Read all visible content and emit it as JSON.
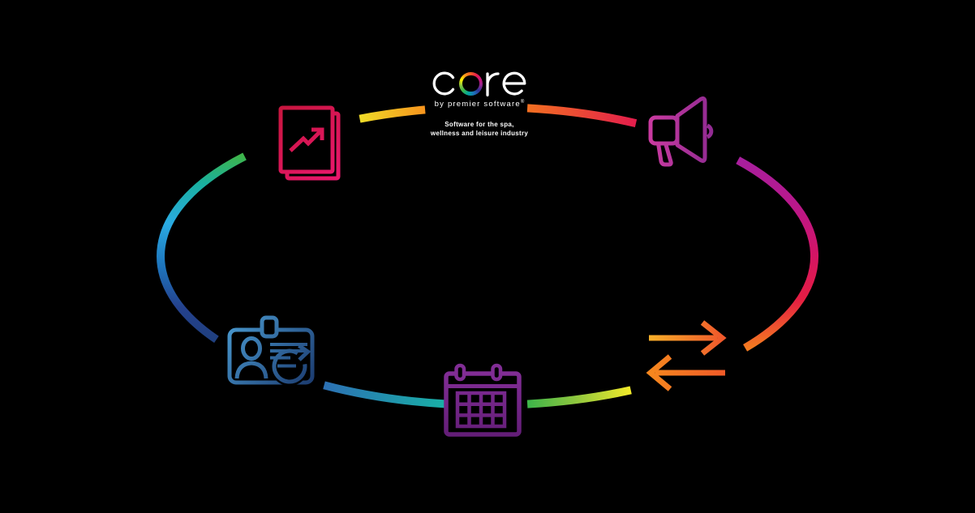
{
  "background_color": "#000000",
  "logo": {
    "brand": "core",
    "byline": "by premier software",
    "registered_mark": "®",
    "tagline": [
      "Software for the spa,",
      "wellness and leisure industry"
    ]
  },
  "cycle": {
    "icons": [
      {
        "name": "reports-icon"
      },
      {
        "name": "megaphone-icon"
      },
      {
        "name": "transfer-arrows-icon"
      },
      {
        "name": "calendar-icon"
      },
      {
        "name": "id-card-sync-icon"
      }
    ]
  },
  "palette": {
    "segments": {
      "top_left": [
        "#f0dc28",
        "#f6941d"
      ],
      "top_right": [
        "#f37021",
        "#e31d4c"
      ],
      "right": [
        "#a81f9e",
        "#b9188b",
        "#d31467",
        "#e51d43",
        "#f47b20"
      ],
      "bottom_right": [
        "#f2ea2a",
        "#8cc63f",
        "#3cb54a"
      ],
      "bottom_left": [
        "#18b1a6",
        "#2c70b4"
      ],
      "left": [
        "#3eb54b",
        "#19b0a0",
        "#2aabe2",
        "#1e76be",
        "#24418d",
        "#20407f"
      ]
    },
    "icons": {
      "reports": [
        "#c8163f",
        "#ea176e"
      ],
      "megaphone": [
        "#c93aa0",
        "#8b2991"
      ],
      "id_card": [
        "#4a9ad0",
        "#1b3a6e"
      ],
      "calendar": [
        "#812d95",
        "#641e78"
      ],
      "arrows_top": [
        "#f9b02a",
        "#f0592b"
      ],
      "arrows_bottom": [
        "#f6871e",
        "#f05a28"
      ]
    },
    "logo_ring": [
      "#f15a24",
      "#e81c4c",
      "#c4167d",
      "#93278f",
      "#2e3192",
      "#1b75bc",
      "#00a79d",
      "#39b54a",
      "#8dc63f",
      "#fff200",
      "#f7941d",
      "#f15a24"
    ]
  }
}
